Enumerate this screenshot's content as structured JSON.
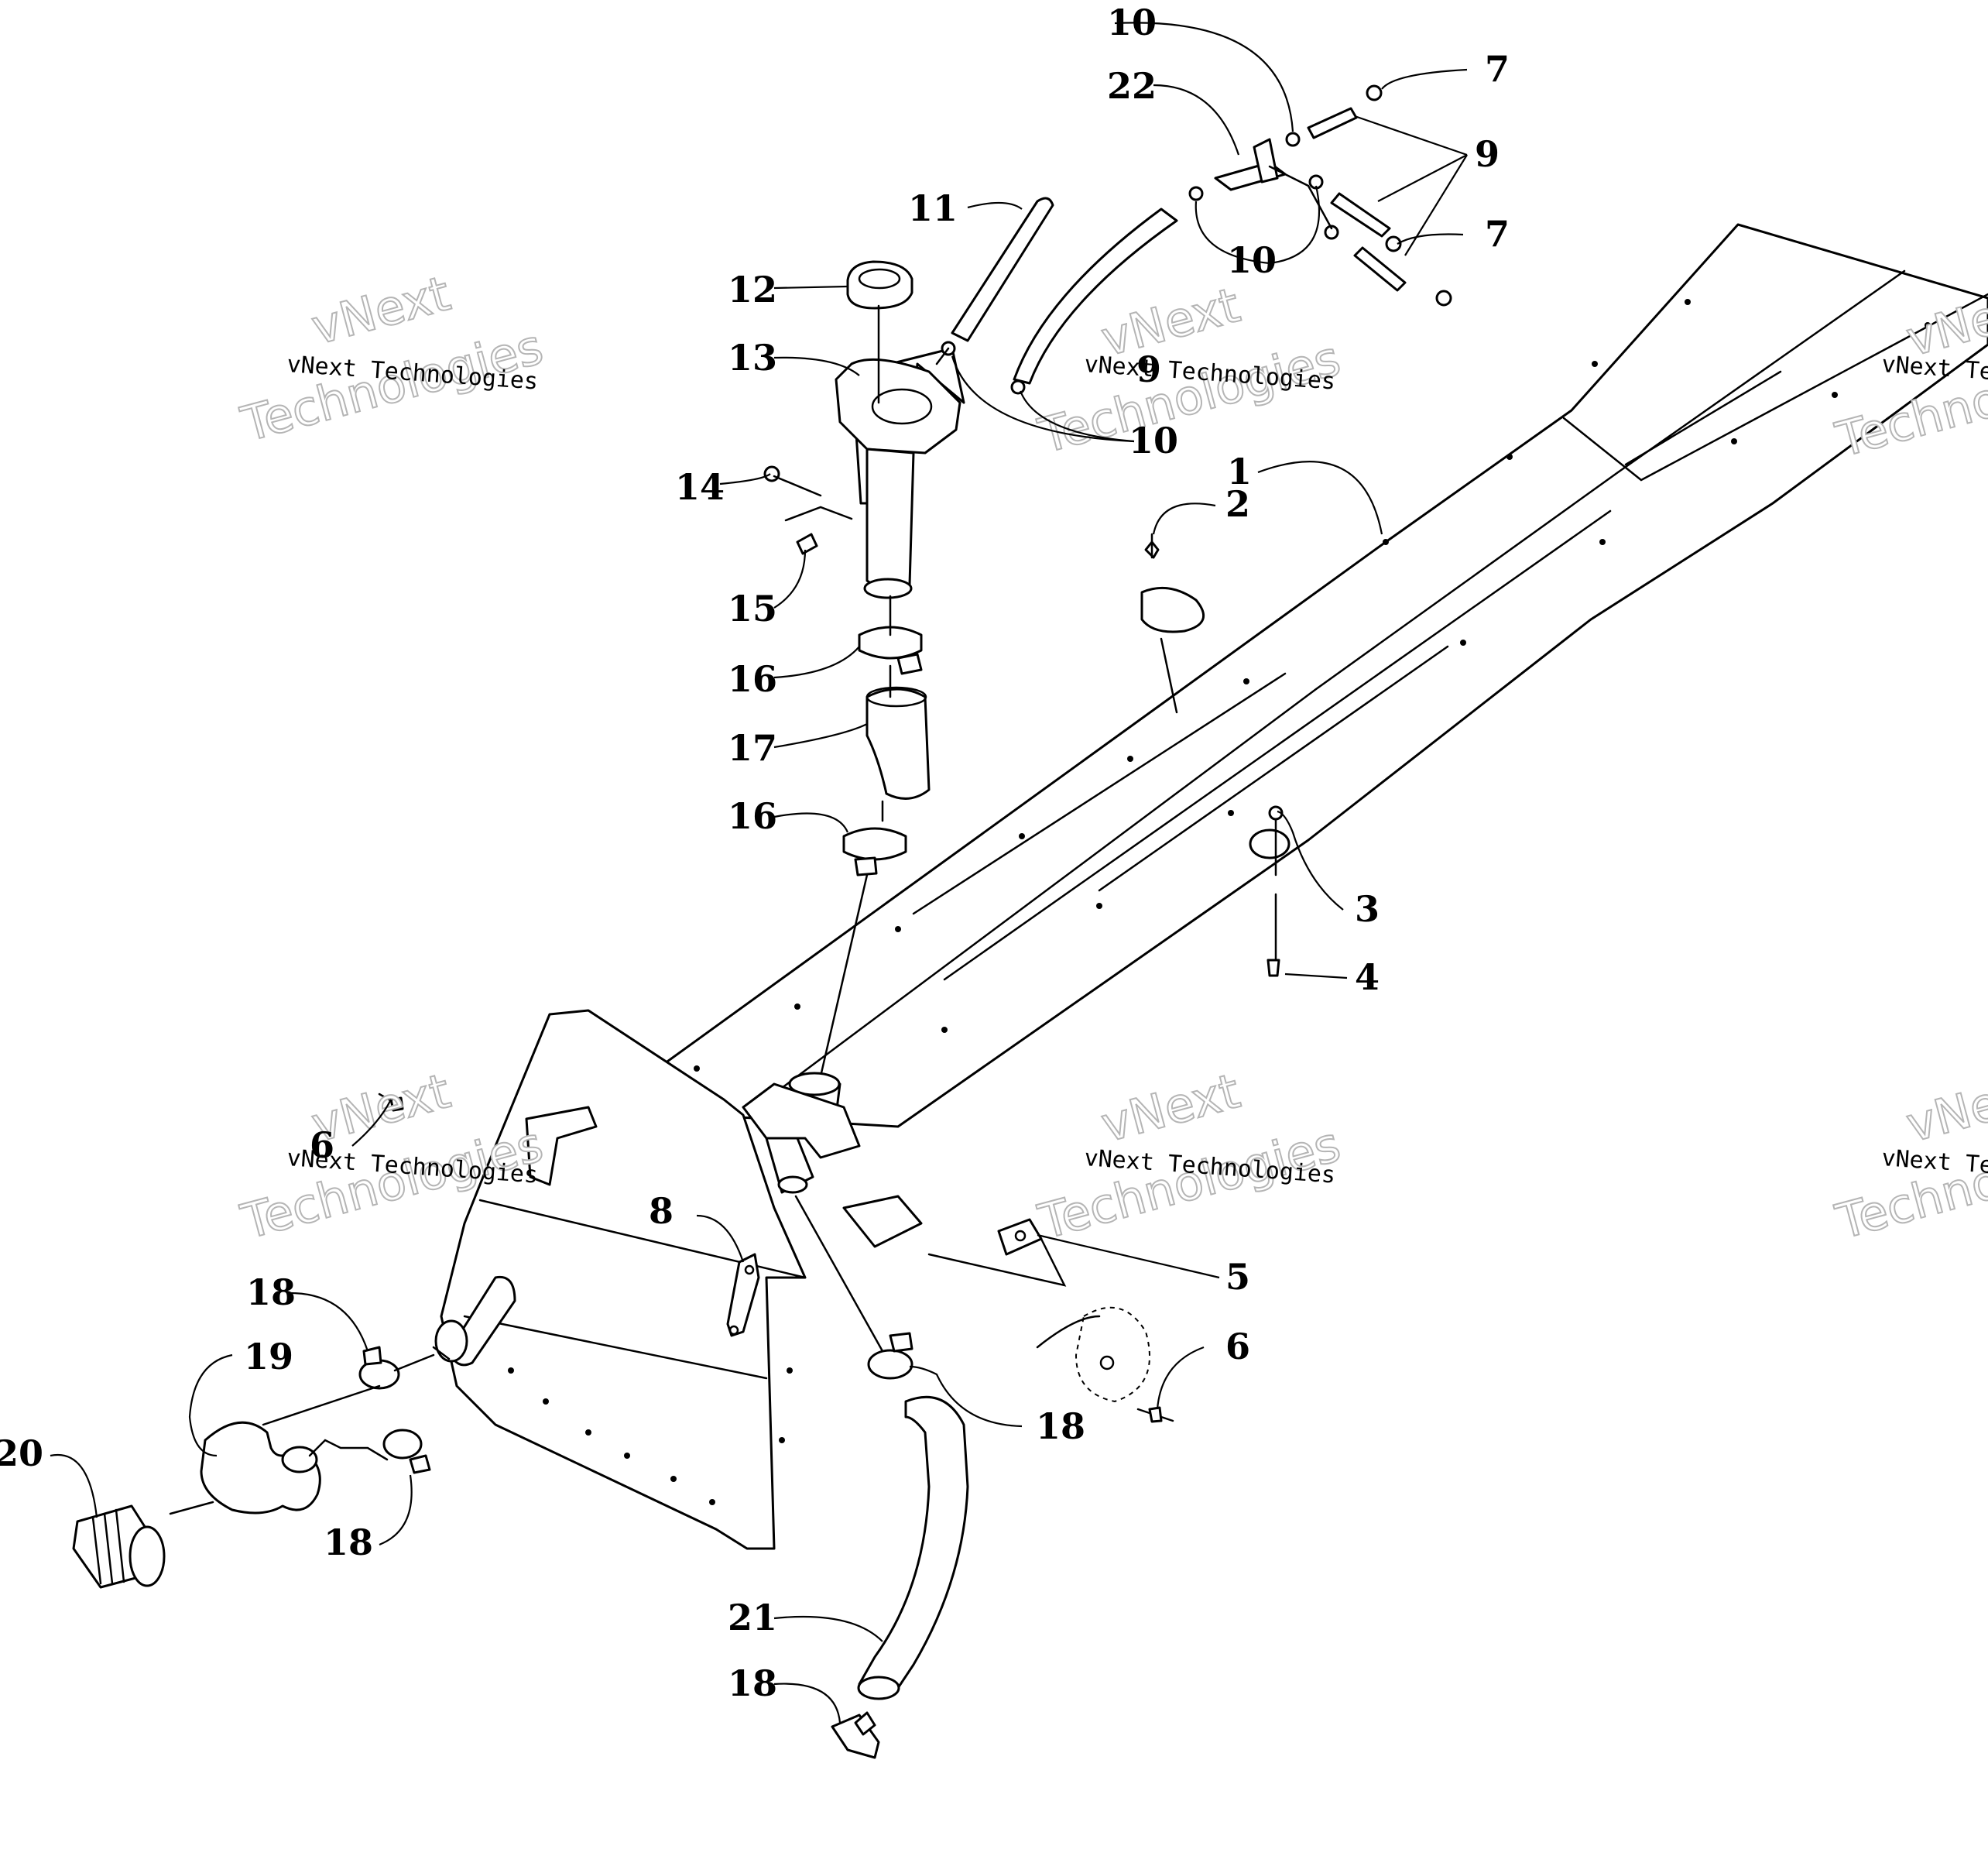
{
  "callouts": [
    {
      "id": "c1",
      "text": "1"
    },
    {
      "id": "c2",
      "text": "2"
    },
    {
      "id": "c3",
      "text": "3"
    },
    {
      "id": "c4",
      "text": "4"
    },
    {
      "id": "c5",
      "text": "5"
    },
    {
      "id": "c6a",
      "text": "6"
    },
    {
      "id": "c6b",
      "text": "6"
    },
    {
      "id": "c7a",
      "text": "7"
    },
    {
      "id": "c7b",
      "text": "7"
    },
    {
      "id": "c8",
      "text": "8"
    },
    {
      "id": "c9a",
      "text": "9"
    },
    {
      "id": "c9b",
      "text": "9"
    },
    {
      "id": "c10a",
      "text": "10"
    },
    {
      "id": "c10b",
      "text": "10"
    },
    {
      "id": "c10c",
      "text": "10"
    },
    {
      "id": "c11",
      "text": "11"
    },
    {
      "id": "c12",
      "text": "12"
    },
    {
      "id": "c13",
      "text": "13"
    },
    {
      "id": "c14",
      "text": "14"
    },
    {
      "id": "c15",
      "text": "15"
    },
    {
      "id": "c16a",
      "text": "16"
    },
    {
      "id": "c16b",
      "text": "16"
    },
    {
      "id": "c17",
      "text": "17"
    },
    {
      "id": "c18a",
      "text": "18"
    },
    {
      "id": "c18b",
      "text": "18"
    },
    {
      "id": "c18c",
      "text": "18"
    },
    {
      "id": "c18d",
      "text": "18"
    },
    {
      "id": "c19",
      "text": "19"
    },
    {
      "id": "c20",
      "text": "20"
    },
    {
      "id": "c21",
      "text": "21"
    },
    {
      "id": "c22",
      "text": "22"
    }
  ],
  "watermark": {
    "brand_short": "vNext",
    "brand_full": "vNext Technologies",
    "brand_word": "Technologies"
  }
}
